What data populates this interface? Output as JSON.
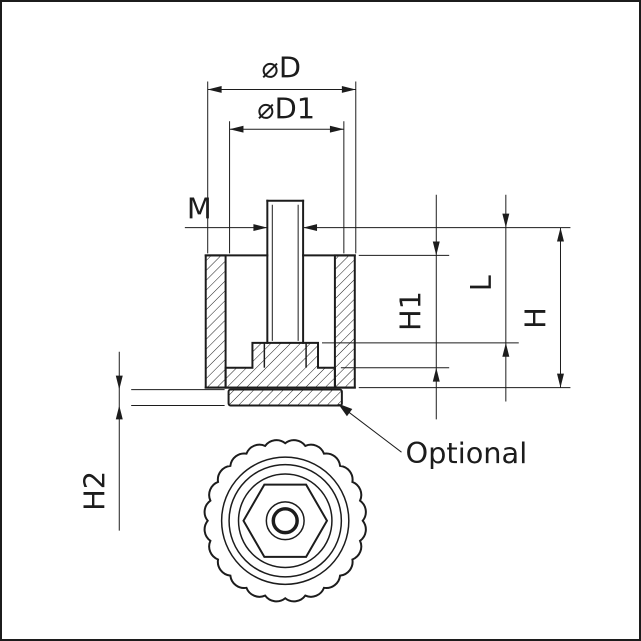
{
  "drawing": {
    "background": "#ffffff",
    "line_color": "#1c1c1c",
    "labels": {
      "diameter_outer": "⌀D",
      "diameter_base": "⌀D1",
      "thread": "M",
      "h1": "H1",
      "l": "L",
      "h": "H",
      "h2": "H2",
      "optional": "Optional"
    }
  }
}
